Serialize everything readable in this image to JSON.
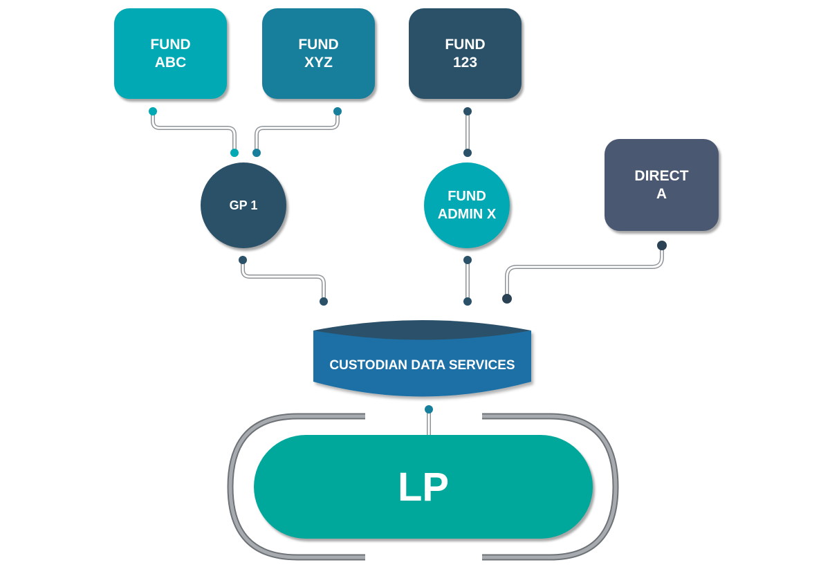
{
  "nodes": {
    "fund_abc": {
      "line1": "FUND",
      "line2": "ABC"
    },
    "fund_xyz": {
      "line1": "FUND",
      "line2": "XYZ"
    },
    "fund_123": {
      "line1": "FUND",
      "line2": "123"
    },
    "gp1": {
      "label": "GP 1"
    },
    "fund_admin_x": {
      "line1": "FUND",
      "line2": "ADMIN X"
    },
    "direct_a": {
      "line1": "DIRECT",
      "line2": "A"
    },
    "custodian": {
      "label": "CUSTODIAN DATA SERVICES"
    },
    "lp": {
      "label": "LP"
    }
  },
  "colors": {
    "fund_abc": "#00a9b3",
    "fund_xyz": "#177f9b",
    "fund_123": "#2b5169",
    "gp1": "#2b5169",
    "fund_admin_x": "#00a9b3",
    "direct_a": "#4a5872",
    "custodian_top": "#2b5169",
    "custodian_body": "#1b6fa6",
    "lp": "#00a89c",
    "connector": "#cfd3d6",
    "bracket": "#9a9ea2"
  }
}
